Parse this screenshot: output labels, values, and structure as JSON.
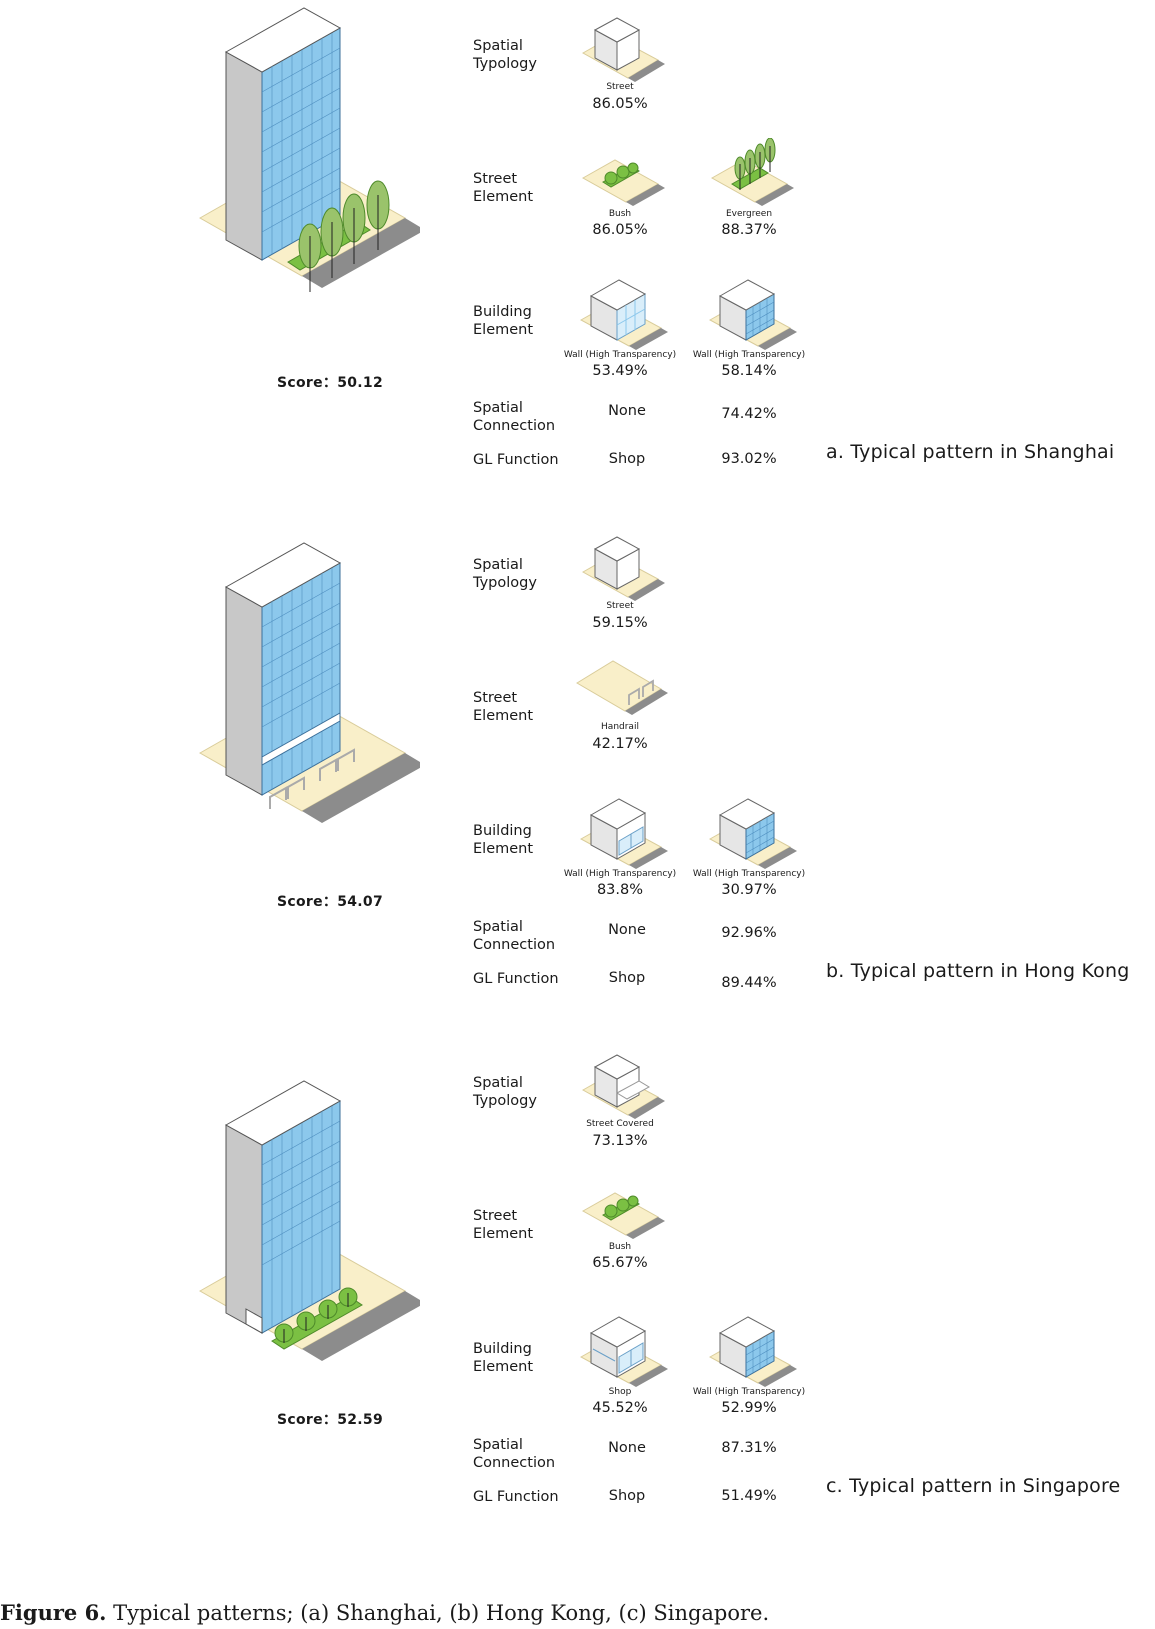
{
  "row_labels": {
    "spatial_typology": [
      "Spatial",
      "Typology"
    ],
    "street_element": [
      "Street",
      "Element"
    ],
    "building_element": [
      "Building",
      "Element"
    ],
    "spatial_connection": [
      "Spatial",
      "Connection"
    ],
    "gl_function": "GL Function"
  },
  "panels": [
    {
      "title": "a. Typical pattern in Shanghai",
      "score": "Score：50.12",
      "spatial_typology": [
        {
          "label": "Street",
          "percent": "86.05%"
        }
      ],
      "street_element": [
        {
          "label": "Bush",
          "percent": "86.05%"
        },
        {
          "label": "Evergreen",
          "percent": "88.37%"
        }
      ],
      "building_element": [
        {
          "label": "Wall (High Transparency)",
          "percent": "53.49%"
        },
        {
          "label": "Wall (High Transparency)",
          "percent": "58.14%"
        }
      ],
      "spatial_connection": {
        "value": "None",
        "percent": "74.42%"
      },
      "gl_function": {
        "value": "Shop",
        "percent": "93.02%"
      }
    },
    {
      "title": "b. Typical pattern in Hong Kong",
      "score": "Score：54.07",
      "spatial_typology": [
        {
          "label": "Street",
          "percent": "59.15%"
        }
      ],
      "street_element": [
        {
          "label": "Handrail",
          "percent": "42.17%"
        }
      ],
      "building_element": [
        {
          "label": "Wall (High Transparency)",
          "percent": "83.8%"
        },
        {
          "label": "Wall (High Transparency)",
          "percent": "30.97%"
        }
      ],
      "spatial_connection": {
        "value": "None",
        "percent": "92.96%"
      },
      "gl_function": {
        "value": "Shop",
        "percent": "89.44%"
      }
    },
    {
      "title": "c. Typical pattern in Singapore",
      "score": "Score：52.59",
      "spatial_typology": [
        {
          "label": "Street Covered",
          "percent": "73.13%"
        }
      ],
      "street_element": [
        {
          "label": "Bush",
          "percent": "65.67%"
        }
      ],
      "building_element": [
        {
          "label": "Shop",
          "percent": "45.52%"
        },
        {
          "label": "Wall (High Transparency)",
          "percent": "52.99%"
        }
      ],
      "spatial_connection": {
        "value": "None",
        "percent": "87.31%"
      },
      "gl_function": {
        "value": "Shop",
        "percent": "51.49%"
      }
    }
  ],
  "caption": {
    "figure_number": "Figure 6.",
    "text": " Typical patterns; (a) Shanghai, (b) Hong Kong, (c) Singapore."
  },
  "colors": {
    "ground": "#f9efc9",
    "road": "#8c8c8c",
    "facade": "#8cc8ec",
    "side_wall": "#c8c8c8",
    "roof": "#ffffff",
    "greenery": "#7bc043",
    "tree": "#9ac36b"
  }
}
